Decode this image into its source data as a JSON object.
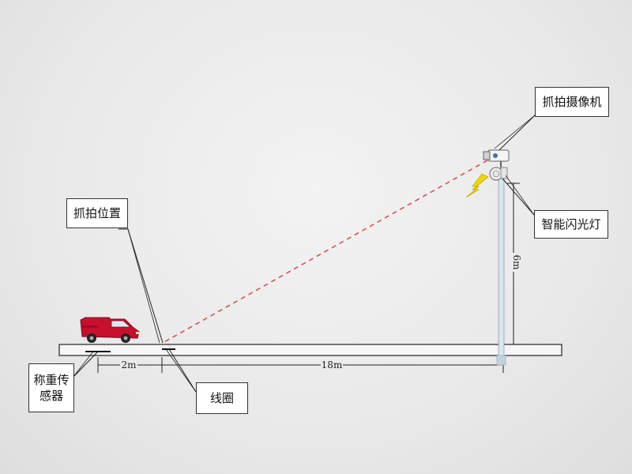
{
  "labels": {
    "capture_position": "抓拍位置",
    "capture_camera": "抓拍摄像机",
    "smart_flash": "智能闪光灯",
    "weighing_sensor_line1": "称重传",
    "weighing_sensor_line2": "感器",
    "coil": "线圈"
  },
  "dimensions": {
    "sensor_to_coil": "2m",
    "coil_to_pole": "18m",
    "pole_height": "6m"
  },
  "colors": {
    "car": "#c8102e",
    "beam": "#e05050",
    "lightning": "#f2d600",
    "pole": "#d7e6f0",
    "road": "#f5f5f5"
  },
  "icons": {
    "vehicle": "van-icon",
    "camera": "camera-icon",
    "flash": "flash-lamp-icon",
    "lightning": "lightning-icon"
  }
}
